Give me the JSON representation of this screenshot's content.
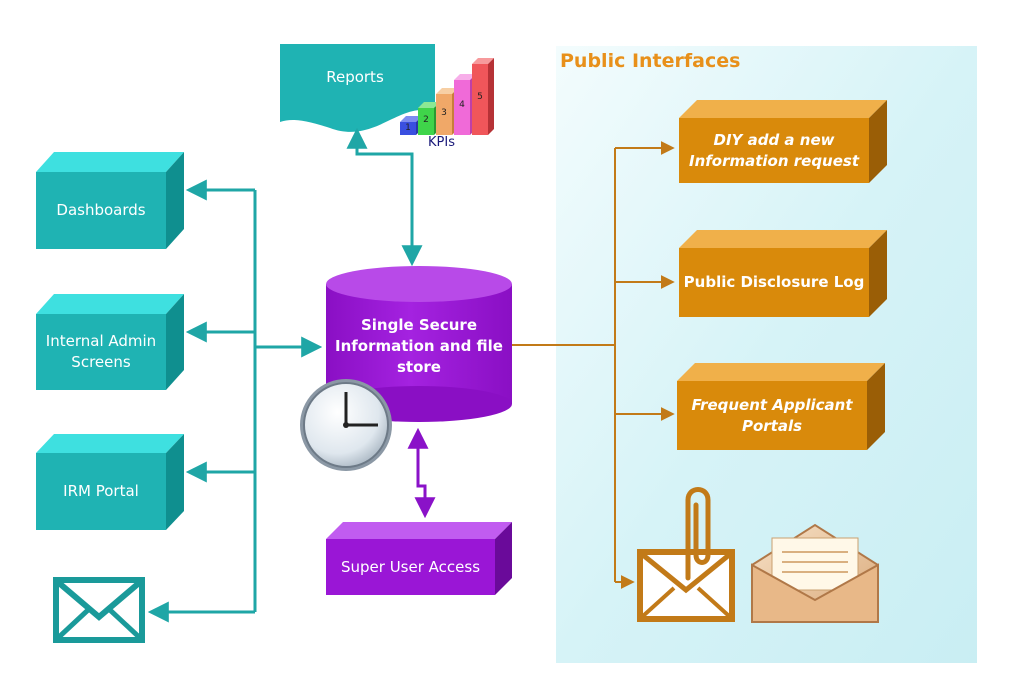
{
  "public_panel": {
    "title": "Public Interfaces"
  },
  "reports": {
    "label": "Reports"
  },
  "kpis": {
    "label": "KPIs",
    "bars": [
      "1",
      "2",
      "3",
      "4",
      "5"
    ]
  },
  "left_boxes": [
    {
      "label": "Dashboards"
    },
    {
      "label": "Internal Admin Screens"
    },
    {
      "label": "IRM Portal"
    }
  ],
  "datastore": {
    "label": "Single Secure Information and file store"
  },
  "super_user": {
    "label": "Super User Access"
  },
  "right_boxes": [
    {
      "label": "DIY add a new Information request"
    },
    {
      "label": "Public Disclosure Log"
    },
    {
      "label": "Frequent Applicant Portals"
    }
  ],
  "colors": {
    "teal": "#1fb3b3",
    "teal_dark": "#0f8f8f",
    "orange": "#d98a0b",
    "purple": "#9a16d6",
    "panel": "#dff5f8",
    "connector_left": "#1fa6a6",
    "connector_right": "#c27a18",
    "connector_purple": "#8a12c8"
  },
  "icons": [
    "clock-icon",
    "envelope-icon",
    "paperclip-envelope-icon",
    "open-envelope-icon"
  ]
}
